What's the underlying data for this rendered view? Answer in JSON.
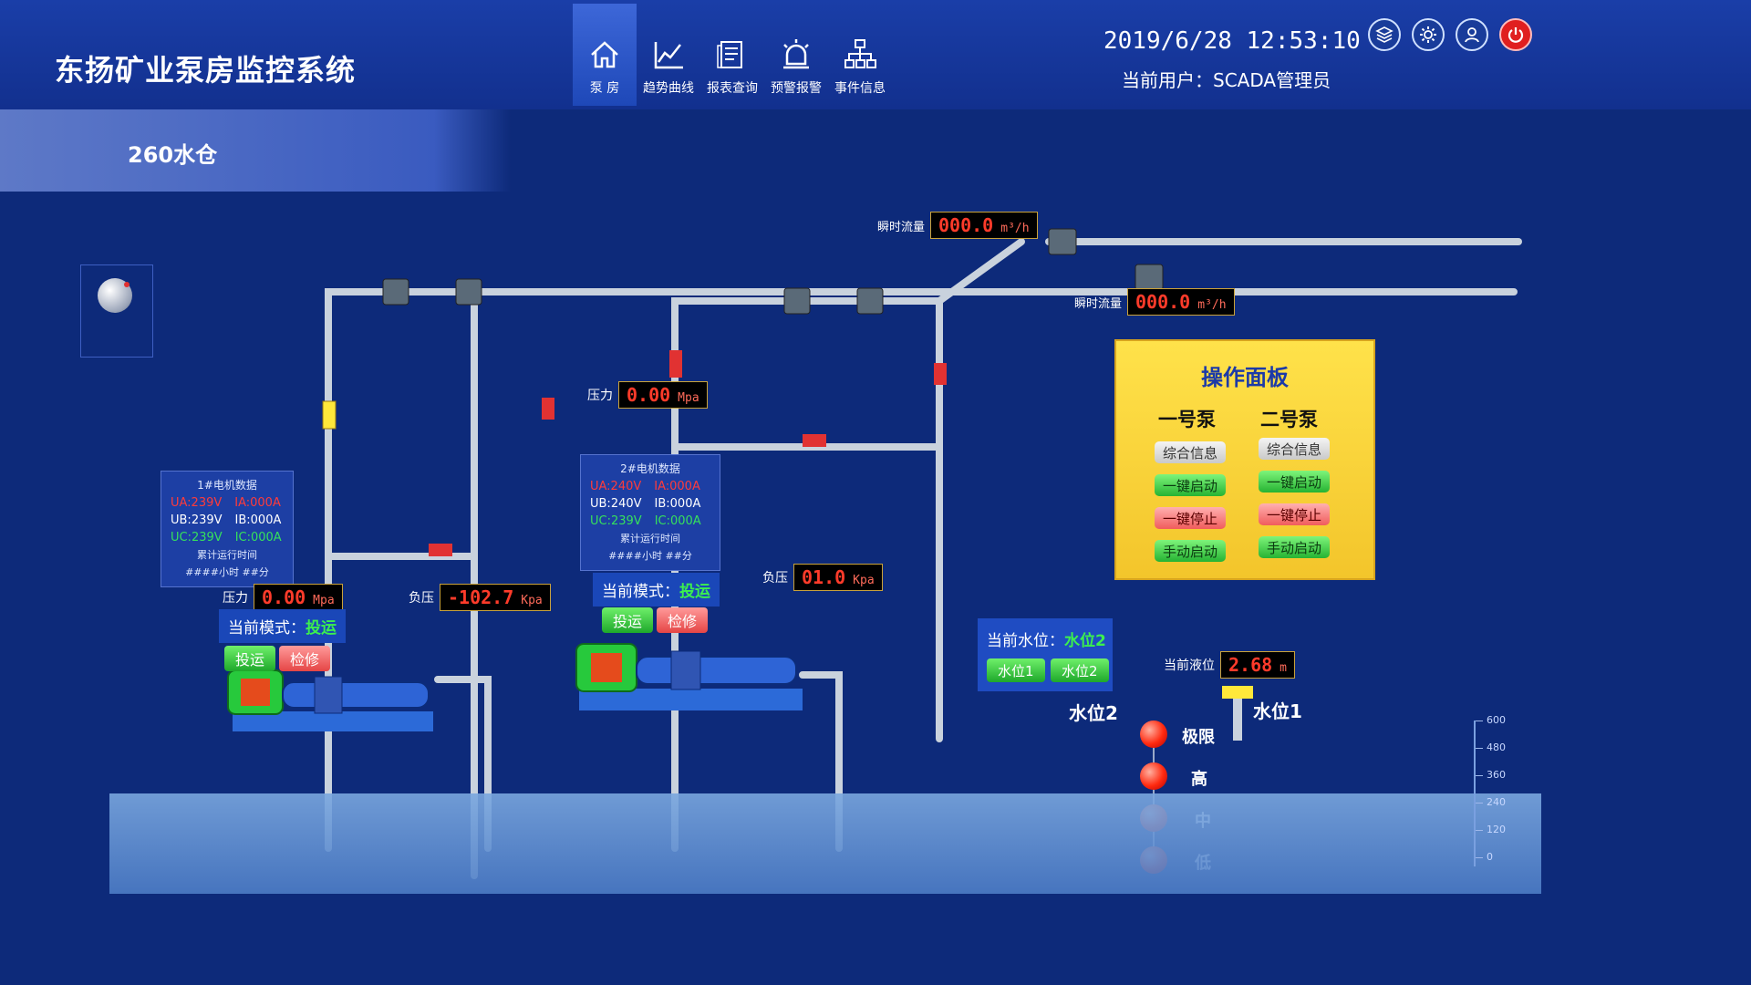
{
  "app": {
    "title": "东扬矿业泵房监控系统",
    "datetime": "2019/6/28 12:53:10",
    "current_user": "当前用户：SCADA管理员",
    "section": "260水仓"
  },
  "nav": [
    {
      "label": "泵 房",
      "icon": "home-icon",
      "active": true
    },
    {
      "label": "趋势曲线",
      "icon": "trend-chart-icon",
      "active": false
    },
    {
      "label": "报表查询",
      "icon": "report-icon",
      "active": false
    },
    {
      "label": "预警报警",
      "icon": "alarm-icon",
      "active": false
    },
    {
      "label": "事件信息",
      "icon": "org-tree-icon",
      "active": false
    }
  ],
  "system_icons": [
    "layers-icon",
    "gear-icon",
    "user-icon",
    "power-icon"
  ],
  "flows": {
    "top": {
      "label": "瞬时流量",
      "value": "000.0",
      "unit": "m³/h"
    },
    "second": {
      "label": "瞬时流量",
      "value": "000.0",
      "unit": "m³/h"
    }
  },
  "pump1": {
    "pressure": {
      "label": "压力",
      "value": "0.00",
      "unit": "Mpa"
    },
    "negative_pressure": {
      "label": "负压",
      "value": "-102.7",
      "unit": "Kpa"
    },
    "motor": {
      "title": "1#电机数据",
      "ua": "UA:239V",
      "ia": "IA:000A",
      "ub": "UB:239V",
      "ib": "IB:000A",
      "uc": "UC:239V",
      "ic": "IC:000A",
      "runtime_label": "累计运行时间",
      "runtime_value": "####小时 ##分"
    },
    "mode_label": "当前模式：",
    "mode_value": "投运",
    "btn_run": "投运",
    "btn_maint": "检修"
  },
  "pump2": {
    "pressure": {
      "label": "压力",
      "value": "0.00",
      "unit": "Mpa"
    },
    "negative_pressure": {
      "label": "负压",
      "value": "01.0",
      "unit": "Kpa"
    },
    "motor": {
      "title": "2#电机数据",
      "ua": "UA:240V",
      "ia": "IA:000A",
      "ub": "UB:240V",
      "ib": "IB:000A",
      "uc": "UC:239V",
      "ic": "IC:000A",
      "runtime_label": "累计运行时间",
      "runtime_value": "####小时 ##分"
    },
    "mode_label": "当前模式：",
    "mode_value": "投运",
    "btn_run": "投运",
    "btn_maint": "检修"
  },
  "operation_panel": {
    "title": "操作面板",
    "col1": "一号泵",
    "col2": "二号泵",
    "btn_info": "综合信息",
    "btn_start": "一键启动",
    "btn_stop": "一键停止",
    "btn_manual": "手动启动"
  },
  "water_level": {
    "status_label": "当前水位：",
    "status_value": "水位2",
    "btn1": "水位1",
    "btn2": "水位2",
    "gauge2_label": "水位2",
    "gauge1_label": "水位1",
    "liquid_label": "当前液位",
    "liquid_value": "2.68",
    "liquid_unit": "m",
    "levels": [
      "极限",
      "高",
      "中",
      "低"
    ],
    "scale_ticks": [
      "600",
      "480",
      "360",
      "240",
      "120",
      "0"
    ]
  },
  "colors": {
    "background": "#0d2a7a",
    "header": "#1a3ea8",
    "accent_green": "#3cf04e",
    "alarm_red": "#ff2a10",
    "panel_yellow": "#f3c52b"
  }
}
